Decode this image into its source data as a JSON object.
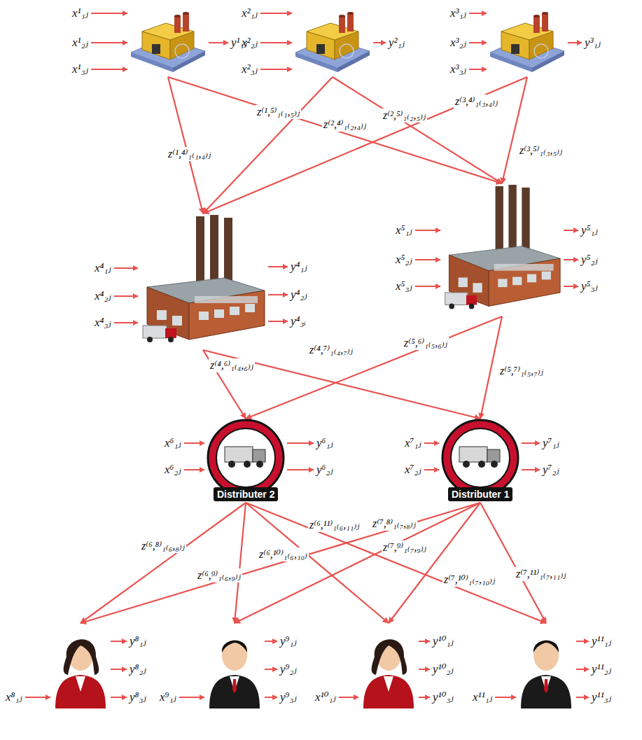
{
  "diagram": {
    "nodes": [
      {
        "text": [
          "x¹₁ⱼ",
          "x¹₂ⱼ",
          "x¹₃ⱼ",
          "y¹₁ⱼ"
        ]
      },
      {
        "text": [
          "x²₁ⱼ",
          "x²₂ⱼ",
          "x²₃ⱼ",
          "y²₁ⱼ"
        ]
      },
      {
        "text": [
          "x³₁ⱼ",
          "x³₂ⱼ",
          "x³₃ⱼ",
          "y³₁ⱼ"
        ]
      },
      {
        "text": [
          "x⁴₁ⱼ",
          "x⁴₂ⱼ",
          "x⁴₃ⱼ",
          "y⁴₁ⱼ",
          "y⁴₂ⱼ",
          "y⁴₃ᵢ"
        ]
      },
      {
        "text": [
          "x⁵₁ⱼ",
          "x⁵₂ⱼ",
          "x⁵₃ⱼ",
          "y⁵₁ⱼ",
          "y⁵₂ⱼ",
          "y⁵₃ⱼ"
        ]
      },
      {
        "text": [
          "Distributer 2",
          "x⁶₁ⱼ",
          "x⁶₂ⱼ",
          "y⁶₁ⱼ",
          "y⁶₂ⱼ"
        ]
      },
      {
        "text": [
          "Distributer 1",
          "x⁷₁ⱼ",
          "x⁷₂ⱼ",
          "y⁷₁ⱼ",
          "y⁷₂ⱼ"
        ]
      },
      {
        "text": [
          "x⁸₁ⱼ",
          "y⁸₁ⱼ",
          "y⁸₂ⱼ",
          "y⁸₃ⱼ"
        ]
      },
      {
        "text": [
          "x⁹₁ⱼ",
          "y⁹₁ⱼ",
          "y⁹₂ⱼ",
          "y⁹₃ⱼ"
        ]
      },
      {
        "text": [
          "x¹⁰₁ⱼ",
          "y¹⁰₁ⱼ",
          "y¹⁰₂ⱼ",
          "y¹⁰₃ⱼ"
        ]
      },
      {
        "text": [
          "x¹¹₁ⱼ",
          "y¹¹₁ⱼ",
          "y¹¹₂ⱼ",
          "y¹¹₃ⱼ"
        ]
      }
    ],
    "edges": [
      {
        "from": 0,
        "to": 3,
        "arrow": "to",
        "label": "z⁽¹,⁴⁾₁₍₁,₄₎ⱼ"
      },
      {
        "from": 0,
        "to": 4,
        "arrow": "to",
        "label": "z⁽¹,⁵⁾₁₍₁,₅₎ⱼ"
      },
      {
        "from": 1,
        "to": 3,
        "arrow": "to",
        "label": "z⁽²,⁴⁾₁₍₂,₄₎ⱼ"
      },
      {
        "from": 1,
        "to": 4,
        "arrow": "to",
        "label": "z⁽²,⁵⁾₁₍₂,₅₎ⱼ"
      },
      {
        "from": 2,
        "to": 3,
        "arrow": "to",
        "label": "z⁽³,⁴⁾₁₍₃,₄₎ⱼ"
      },
      {
        "from": 2,
        "to": 4,
        "arrow": "to",
        "label": "z⁽³,⁵⁾₁₍₃,₅₎ⱼ"
      },
      {
        "from": 3,
        "to": 5,
        "arrow": "to",
        "label": "z⁽⁴,⁶⁾₁₍₄,₆₎ⱼ"
      },
      {
        "from": 3,
        "to": 6,
        "arrow": "to",
        "label": "z⁽⁴,⁷⁾₁₍₄,₇₎ⱼ"
      },
      {
        "from": 4,
        "to": 5,
        "arrow": "to",
        "label": "z⁽⁵,⁶⁾₁₍₅,₆₎ⱼ"
      },
      {
        "from": 4,
        "to": 6,
        "arrow": "to",
        "label": "z⁽⁵,⁷⁾₁₍₅,₇₎ⱼ"
      },
      {
        "from": 5,
        "to": 7,
        "arrow": "to",
        "label": "z⁽⁶,⁸⁾₁₍₆,₈₎ⱼ"
      },
      {
        "from": 5,
        "to": 8,
        "arrow": "to",
        "label": "z⁽⁶,⁹⁾₁₍₆,₉₎ⱼ"
      },
      {
        "from": 5,
        "to": 9,
        "arrow": "to",
        "label": "z⁽⁶,¹⁰⁾₁₍₆,₁₀₎"
      },
      {
        "from": 5,
        "to": 10,
        "arrow": "to",
        "label": "z⁽⁶,¹¹⁾₁₍₆,₁₁₎ⱼ"
      },
      {
        "from": 6,
        "to": 7,
        "arrow": "to",
        "label": "z⁽⁷,⁸⁾₁₍₇,₈₎ⱼ"
      },
      {
        "from": 6,
        "to": 8,
        "arrow": "to",
        "label": "z⁽⁷,⁹⁾₁₍₇,₉₎ⱼ"
      },
      {
        "from": 6,
        "to": 9,
        "arrow": "to",
        "label": "z⁽⁷,¹⁰⁾₁₍₇,₁₀₎ⱼ"
      },
      {
        "from": 6,
        "to": 10,
        "arrow": "to",
        "label": "z⁽⁷,¹¹⁾₁₍₇,₁₁₎ⱼ"
      }
    ]
  }
}
